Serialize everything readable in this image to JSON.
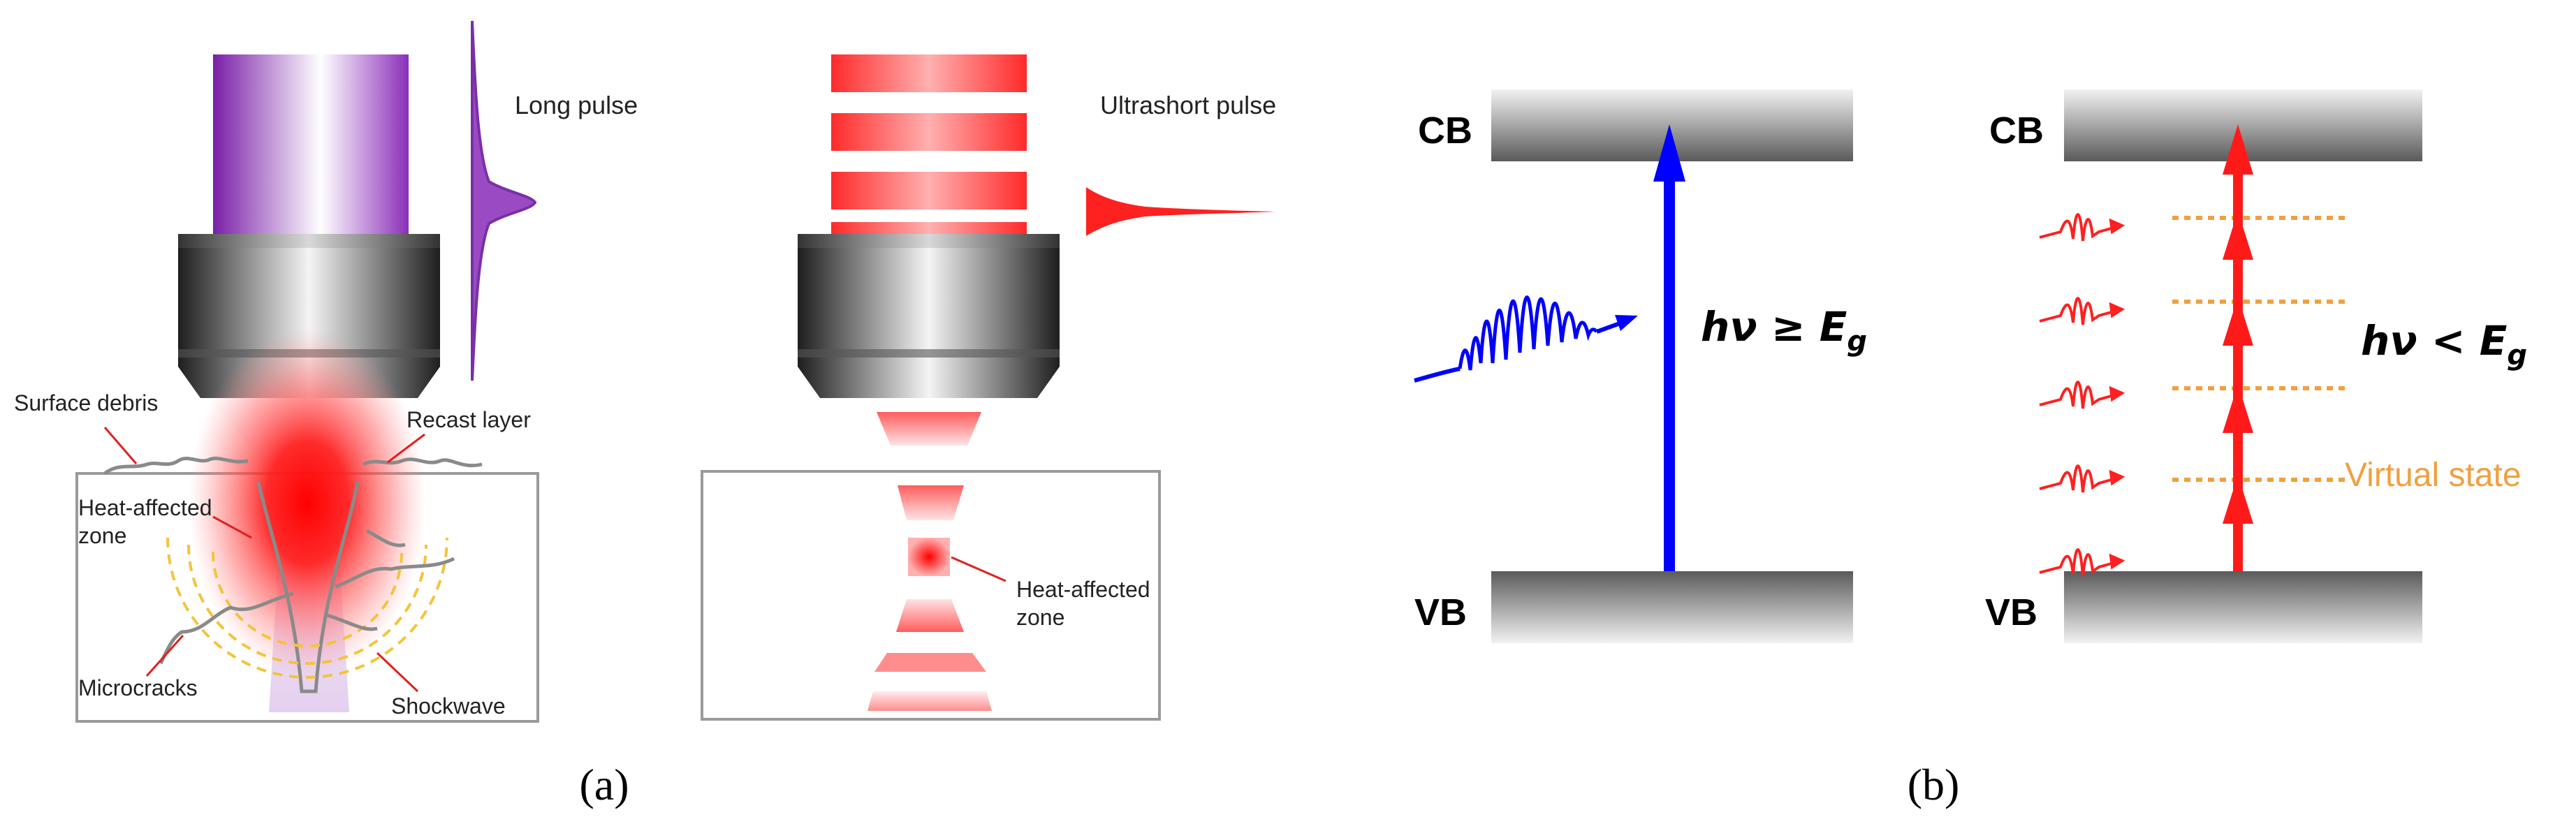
{
  "panel_a": {
    "long_pulse": {
      "title": "Long pulse",
      "labels": {
        "surface_debris": "Surface debris",
        "recast_layer": "Recast layer",
        "heat_affected_zone_line1": "Heat-affected",
        "heat_affected_zone_line2": "zone",
        "microcracks": "Microcracks",
        "shockwave": "Shockwave"
      }
    },
    "ultrashort_pulse": {
      "title": "Ultrashort pulse",
      "labels": {
        "heat_affected_zone_line1": "Heat-affected",
        "heat_affected_zone_line2": "zone"
      }
    },
    "caption": "(a)"
  },
  "panel_b": {
    "single_photon": {
      "cb": "CB",
      "vb": "VB",
      "eq_main": "hν ≥ E",
      "eq_sub": "g"
    },
    "multi_photon": {
      "cb": "CB",
      "vb": "VB",
      "eq_main": "hν < E",
      "eq_sub": "g",
      "virtual_state": "Virtual state"
    },
    "caption": "(b)"
  },
  "colors": {
    "purple_beam": "#8a2fb8",
    "red_beam": "#ff3b3b",
    "blue_arrow": "#0000ff",
    "red_arrow": "#ff1a1a",
    "virtual_state": "#f0a040",
    "shockwave_rings": "#f5c33b",
    "leader_lines": "#e02020"
  }
}
